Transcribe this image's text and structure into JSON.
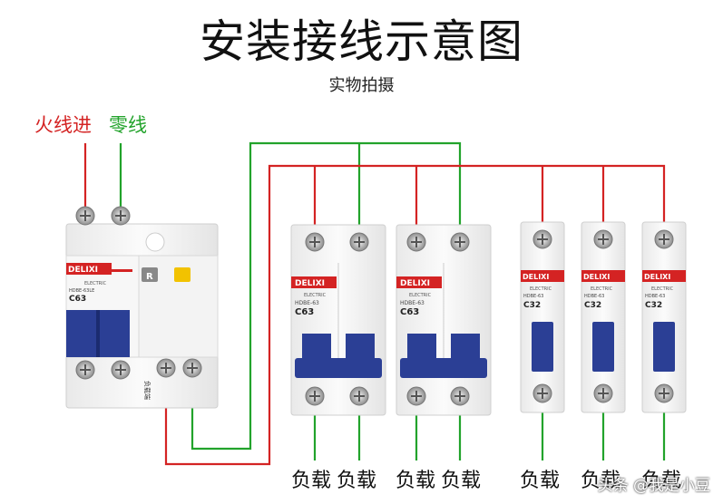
{
  "title": "安装接线示意图",
  "subtitle": "实物拍摄",
  "labels": {
    "live_in": "火线进",
    "neutral": "零线"
  },
  "main_breaker": {
    "brand": "DELIXI",
    "series": "ELECTRIC",
    "model": "HDBE-63LE",
    "rating": "C63",
    "test_button": "R",
    "load_side": "负载端"
  },
  "breakers_2p": [
    {
      "brand": "DELIXI",
      "series": "ELECTRIC",
      "model": "HDBE-63",
      "rating": "C63"
    },
    {
      "brand": "DELIXI",
      "series": "ELECTRIC",
      "model": "HDBE-63",
      "rating": "C63"
    }
  ],
  "breakers_1p": [
    {
      "brand": "DELIXI",
      "series": "ELECTRIC",
      "model": "HDBE-63",
      "rating": "C32"
    },
    {
      "brand": "DELIXI",
      "series": "ELECTRIC",
      "model": "HDBE-63",
      "rating": "C32"
    },
    {
      "brand": "DELIXI",
      "series": "ELECTRIC",
      "model": "HDBE-63",
      "rating": "C32"
    }
  ],
  "loads": [
    "负载",
    "负载",
    "负载",
    "负载",
    "负载",
    "负载",
    "负载"
  ],
  "watermark": "头条 @我是小豆",
  "colors": {
    "live": "#d42323",
    "neutral": "#22a32b",
    "handle": "#2b3f95",
    "brand_red": "#d42323"
  }
}
